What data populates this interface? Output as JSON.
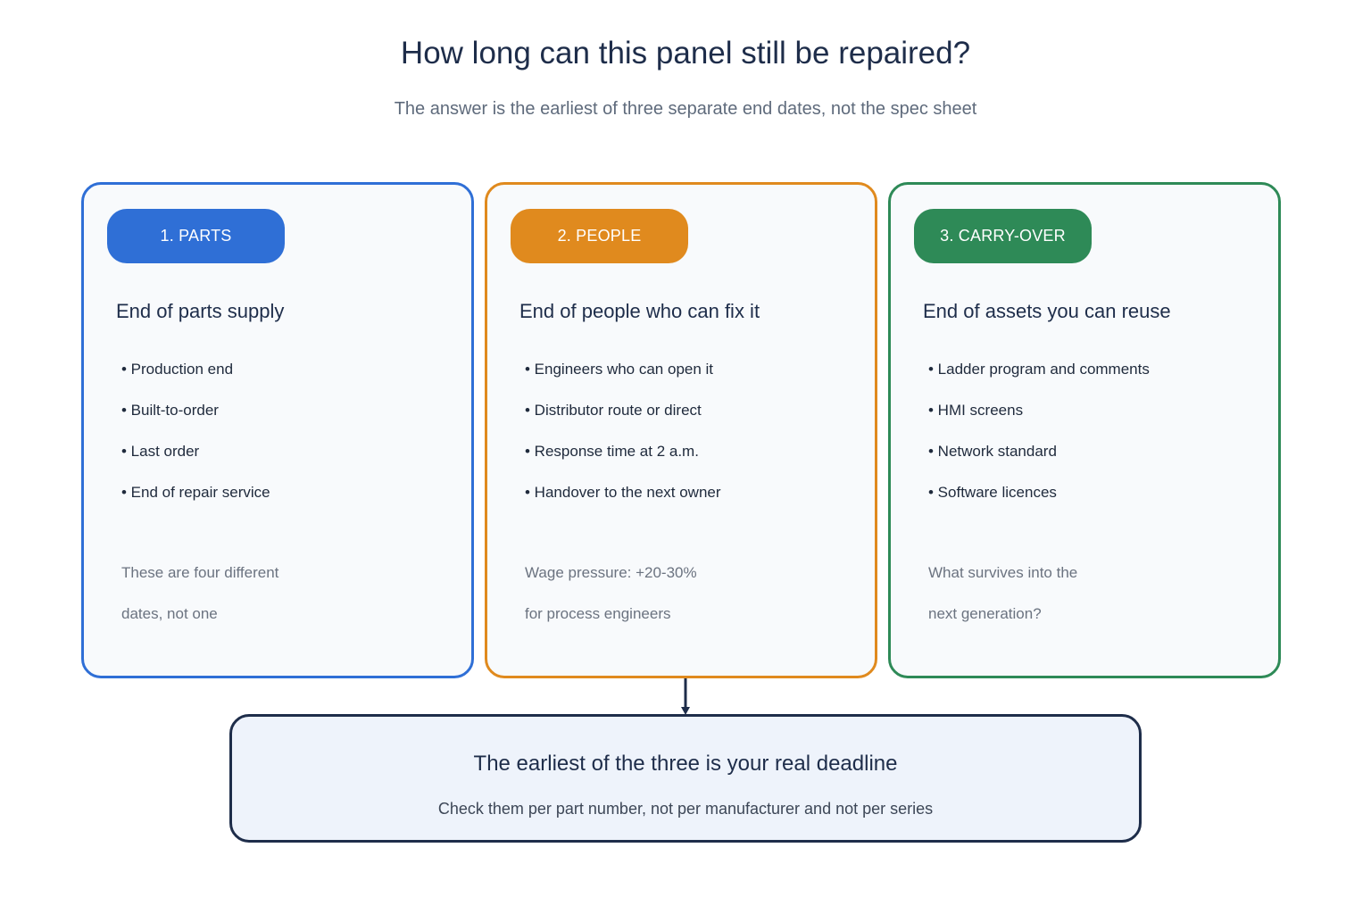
{
  "title": "How long can this panel still be repaired?",
  "subtitle": "The answer is the earliest of three separate end dates, not the spec sheet",
  "cards": [
    {
      "badge": "1. PARTS",
      "heading": "End of parts supply",
      "color": "#2f6fd6",
      "bullets": [
        "• Production end",
        "• Built-to-order",
        "• Last order",
        "• End of repair service"
      ],
      "note": [
        "These are four different",
        "dates, not one"
      ]
    },
    {
      "badge": "2. PEOPLE",
      "heading": "End of people who can fix it",
      "color": "#e08a1e",
      "bullets": [
        "• Engineers who can open it",
        "• Distributor route or direct",
        "• Response time at 2 a.m.",
        "• Handover to the next owner"
      ],
      "note": [
        "Wage pressure: +20-30%",
        "for process engineers"
      ]
    },
    {
      "badge": "3. CARRY-OVER",
      "heading": "End of assets you can reuse",
      "color": "#2e8a57",
      "bullets": [
        "• Ladder program and comments",
        "• HMI screens",
        "• Network standard",
        "• Software licences"
      ],
      "note": [
        "What survives into the",
        "next generation?"
      ]
    }
  ],
  "result": {
    "title": "The earliest of the three is your real deadline",
    "subtitle": "Check them per part number, not per manufacturer and not per series",
    "color": "#1e2d4a"
  }
}
